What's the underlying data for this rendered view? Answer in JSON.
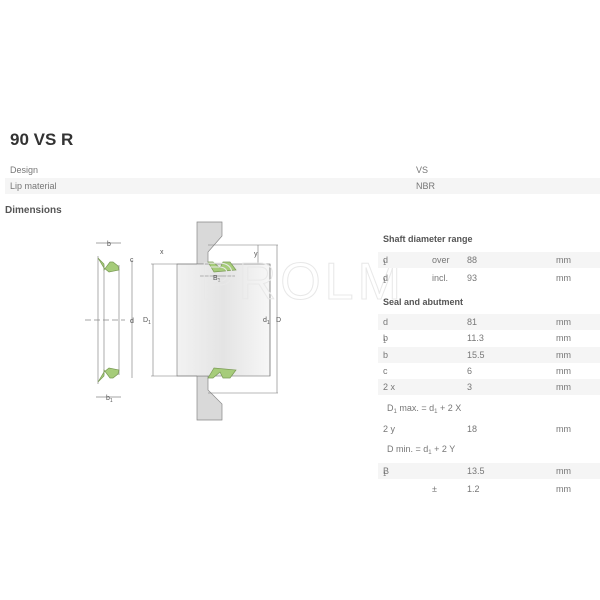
{
  "product": {
    "title": "90 VS R"
  },
  "properties": [
    {
      "label": "Design",
      "value": "VS"
    },
    {
      "label": "Lip material",
      "value": "NBR"
    }
  ],
  "dimensions": {
    "heading": "Dimensions",
    "shaft_range": {
      "heading": "Shaft diameter range",
      "rows": [
        {
          "symbol": "d",
          "sub": "1",
          "qualifier": "over",
          "value": "88",
          "unit": "mm"
        },
        {
          "symbol": "d",
          "sub": "1",
          "qualifier": "incl.",
          "value": "93",
          "unit": "mm"
        }
      ]
    },
    "seal_abutment": {
      "heading": "Seal and abutment",
      "rows": [
        {
          "symbol": "d",
          "sub": "",
          "value": "81",
          "unit": "mm"
        },
        {
          "symbol": "b",
          "sub": "1",
          "value": "11.3",
          "unit": "mm"
        },
        {
          "symbol": "b",
          "sub": "",
          "value": "15.5",
          "unit": "mm"
        },
        {
          "symbol": "c",
          "sub": "",
          "value": "6",
          "unit": "mm"
        },
        {
          "symbol": "2 x",
          "sub": "",
          "value": "3",
          "unit": "mm"
        }
      ],
      "formula_d1": {
        "a": "D",
        "a_sub": "1",
        "b": " max. = d",
        "b_sub": "1",
        "c": " + 2 X"
      },
      "row_2y": {
        "symbol": "2 y",
        "value": "18",
        "unit": "mm"
      },
      "formula_d": {
        "a": "D min. = d",
        "a_sub": "1",
        "b": " + 2 Y"
      },
      "row_B1": {
        "symbol": "B",
        "sub": "1",
        "value": "13.5",
        "unit": "mm"
      },
      "row_tol": {
        "qualifier": "±",
        "value": "1.2",
        "unit": "mm"
      }
    }
  },
  "diagram": {
    "labels": {
      "b": "b",
      "c": "c",
      "d": "d",
      "b1": "b1",
      "x": "x",
      "D1": "D1",
      "B1": "B1",
      "y": "y",
      "d1": "d1",
      "D": "D"
    },
    "seal_color": "#a6cc7a",
    "housing_color": "#d9d9d9"
  },
  "watermark": "PROLM"
}
